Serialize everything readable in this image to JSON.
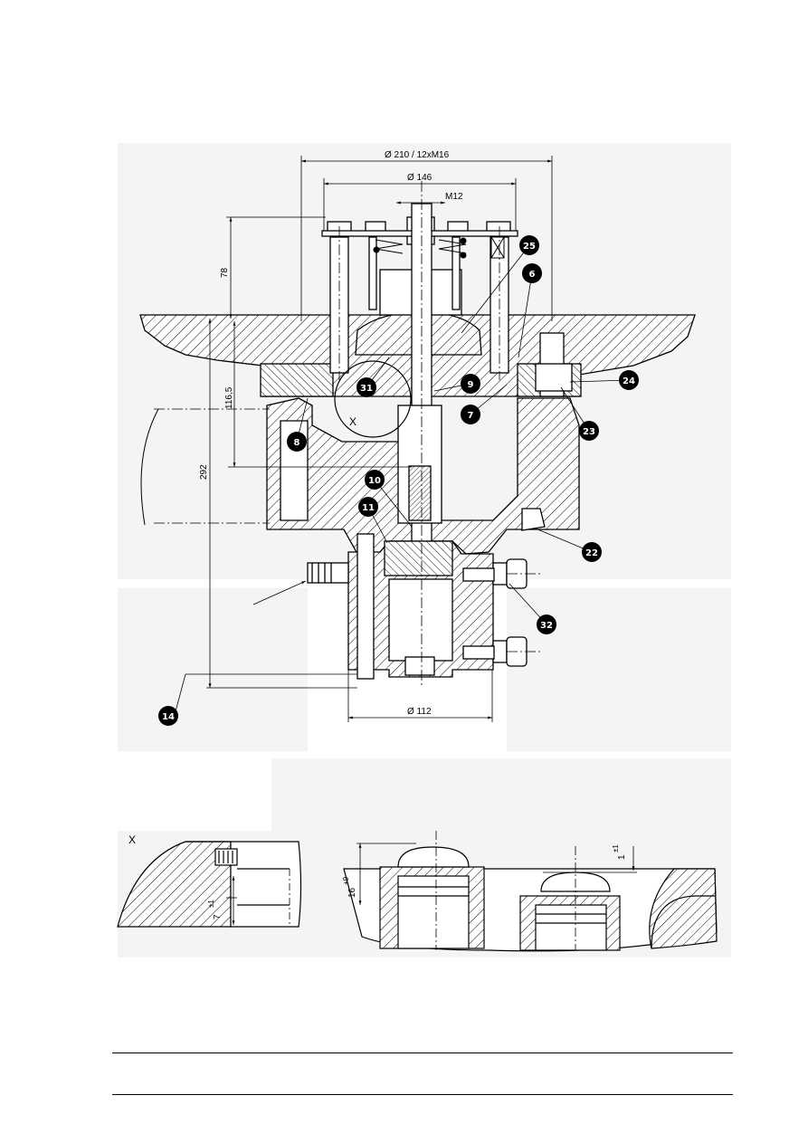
{
  "dimensions": {
    "bolt_circle": "Ø 210 / 12xM16",
    "inner_circle": "Ø 146",
    "thread": "M12",
    "height_78": "78",
    "height_116": "116,5",
    "height_292": "292",
    "bottom_dia": "Ø 112",
    "detail_x_dim": "7",
    "detail_x_tol": "±1",
    "detail_16": "16",
    "detail_16_tol": "+9",
    "detail_1": "1",
    "detail_1_tol": "±1"
  },
  "detail_label": "X",
  "detail_view_label": "X",
  "callouts": [
    {
      "id": "c25",
      "label": "25"
    },
    {
      "id": "c6",
      "label": "6"
    },
    {
      "id": "c24",
      "label": "24"
    },
    {
      "id": "c31",
      "label": "31"
    },
    {
      "id": "c9",
      "label": "9"
    },
    {
      "id": "c7",
      "label": "7"
    },
    {
      "id": "c23",
      "label": "23"
    },
    {
      "id": "c8",
      "label": "8"
    },
    {
      "id": "c10",
      "label": "10"
    },
    {
      "id": "c11",
      "label": "11"
    },
    {
      "id": "c22",
      "label": "22"
    },
    {
      "id": "c32",
      "label": "32"
    },
    {
      "id": "c14",
      "label": "14"
    }
  ]
}
